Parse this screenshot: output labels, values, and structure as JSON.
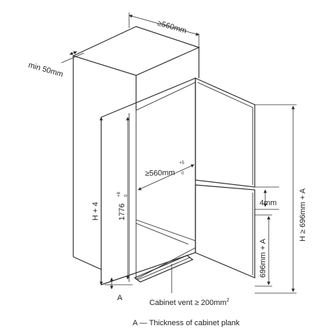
{
  "labels": {
    "cabinet_width": "≥560mm",
    "min_gap": "min 50mm",
    "inner_width": "≥560mm",
    "inner_width_tol_top": "+5",
    "inner_width_tol_bottom": "0",
    "height_plus": "H + 4",
    "niche_height": "1776",
    "niche_tol_top": "+8",
    "niche_tol_bottom": "0",
    "gap_4": "4mm",
    "lower_door": "696mm + A",
    "door_total": "H ≥ 696mm + A",
    "plank_letter": "A",
    "vent": "Cabinet vent ≥ 200mm",
    "vent_sup": "2",
    "legend": "A — Thickness of cabinet plank"
  },
  "colors": {
    "line": "#2a2a2a",
    "text": "#222222",
    "background": "#ffffff"
  }
}
